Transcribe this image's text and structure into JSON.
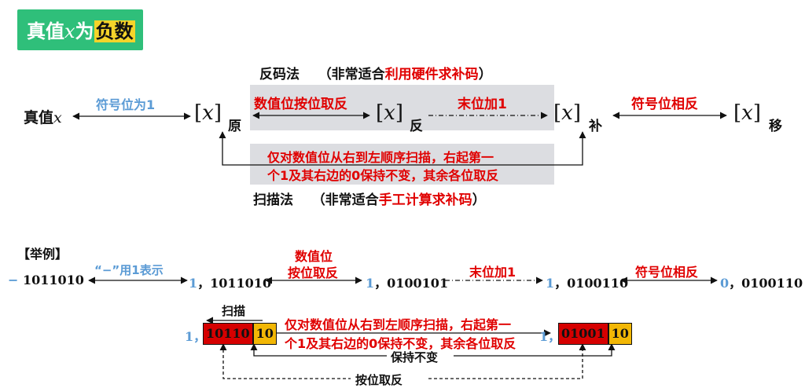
{
  "title": {
    "pre": "真值",
    "var": "x",
    "mid": "为",
    "highlight": "负数"
  },
  "top": {
    "fanma_title": "反码法",
    "fanma_note_pre": "（非常适合",
    "fanma_note_red": "利用硬件求补码",
    "fanma_note_post": "）",
    "zhenzhi": "真值",
    "x": "x",
    "sign_bit_1": "符号位为1",
    "yuan": "原",
    "fan": "反",
    "bu": "补",
    "yi": "移",
    "shuzhi_an_qufan": "数值位按位取反",
    "mo_jia1": "末位加1",
    "fuhao_xiangfan": "符号位相反",
    "scan_rule_l1": "仅对数值位从右到左顺序扫描，右起第一",
    "scan_rule_l2": "个1及其右边的0保持不变，其余各位取反",
    "saomiao_title": "扫描法",
    "saomiao_note_pre": "（非常适合",
    "saomiao_note_red": "手工计算求补码",
    "saomiao_note_post": "）"
  },
  "example": {
    "label": "【举例】",
    "neg_sign": "−",
    "value": "1011010",
    "minus_rule": "“−”用1表示",
    "v1_sign": "1",
    "v1_rest": "，1011010",
    "shuzhi_l1": "数值位",
    "shuzhi_l2": "按位取反",
    "v2_sign": "1",
    "v2_rest": "，0100101",
    "mo_jia1": "末位加1",
    "v3_sign": "1",
    "v3_rest": "，0100110",
    "fuhao_xiangfan": "符号位相反",
    "v4_sign": "0",
    "v4_rest": "，0100110",
    "saomiao": "扫描",
    "left_prefix": "1，",
    "left_red": "10110",
    "left_yellow": "10",
    "scan_l1": "仅对数值位从右到左顺序扫描，右起第一",
    "scan_l2": "个1及其右边的0保持不变，其余各位取反",
    "right_prefix": "1，",
    "right_red": "01001",
    "right_yellow": "10",
    "baochi": "保持不变",
    "anwei": "按位取反"
  },
  "colors": {
    "title_bg": "#2fbf7a",
    "highlight": "#f5d42a",
    "red": "#e00000",
    "blue": "#5b9bd5",
    "gray_panel": "#dcdde1",
    "cell_red": "#d60000",
    "cell_yellow": "#f2b705"
  }
}
